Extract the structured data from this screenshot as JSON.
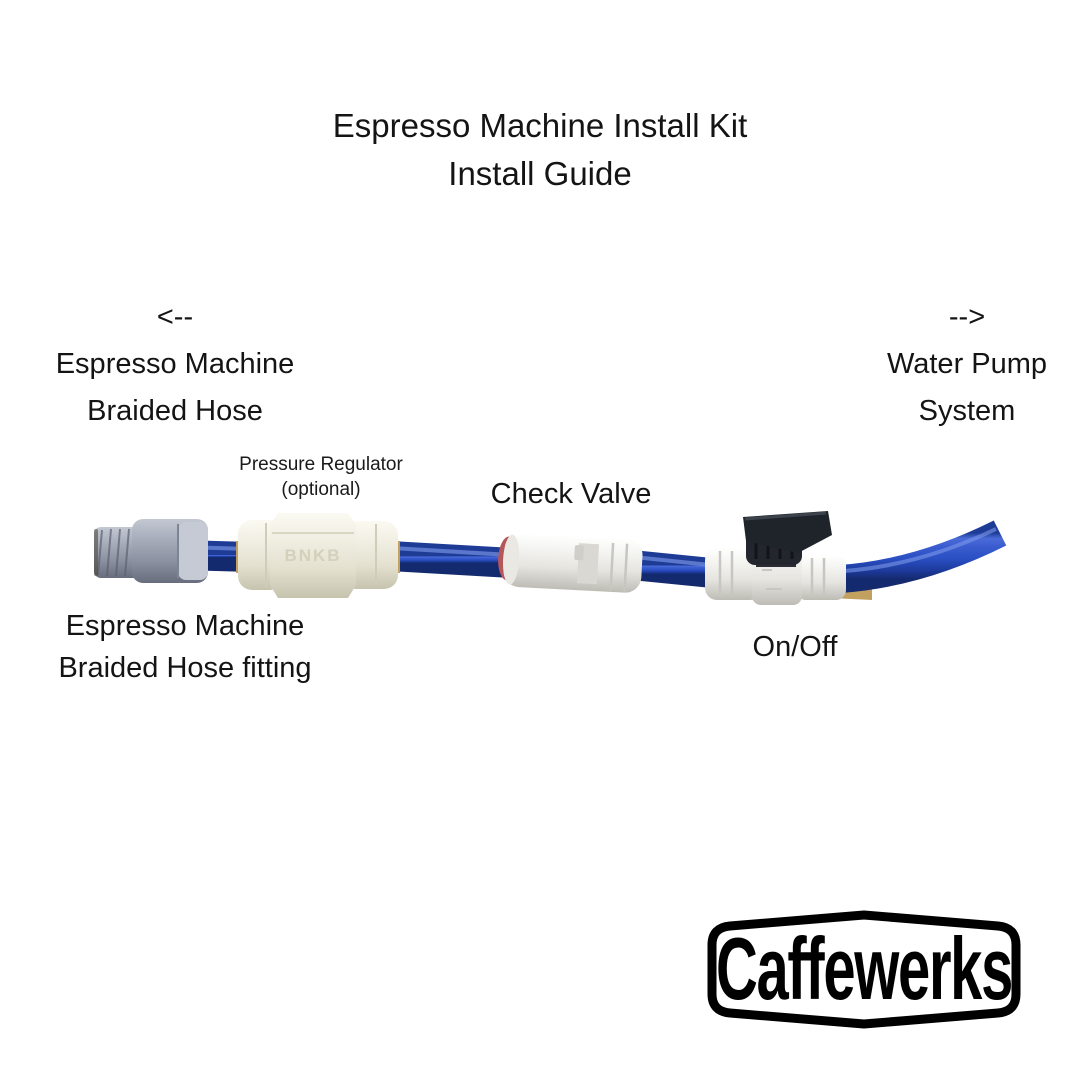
{
  "title": {
    "line1": "Espresso Machine Install Kit",
    "line2": "Install Guide"
  },
  "left_label": {
    "arrow": "<--",
    "line1": "Espresso Machine",
    "line2": "Braided Hose"
  },
  "right_label": {
    "arrow": "-->",
    "line1": "Water Pump",
    "line2": "System"
  },
  "annotations": {
    "pressure_regulator_line1": "Pressure Regulator",
    "pressure_regulator_line2": "(optional)",
    "check_valve": "Check Valve",
    "fitting_line1": "Espresso Machine",
    "fitting_line2": "Braided Hose fitting",
    "on_off": "On/Off"
  },
  "photo": {
    "regulator_marking": "BNKB",
    "colors": {
      "hose_blue": "#2b50c4",
      "hose_blue_dark": "#16307f",
      "hose_blue_highlight": "#7b97ea",
      "fitting_gray": "#9aa2b2",
      "plastic_white": "#f2f1ec",
      "plastic_ivory": "#efede0",
      "valve_handle_black": "#1f242a",
      "check_valve_ring_red": "#b5565b",
      "brass": "#c2a060"
    }
  },
  "logo": {
    "text": "Caffewerks",
    "color": "#000000"
  }
}
